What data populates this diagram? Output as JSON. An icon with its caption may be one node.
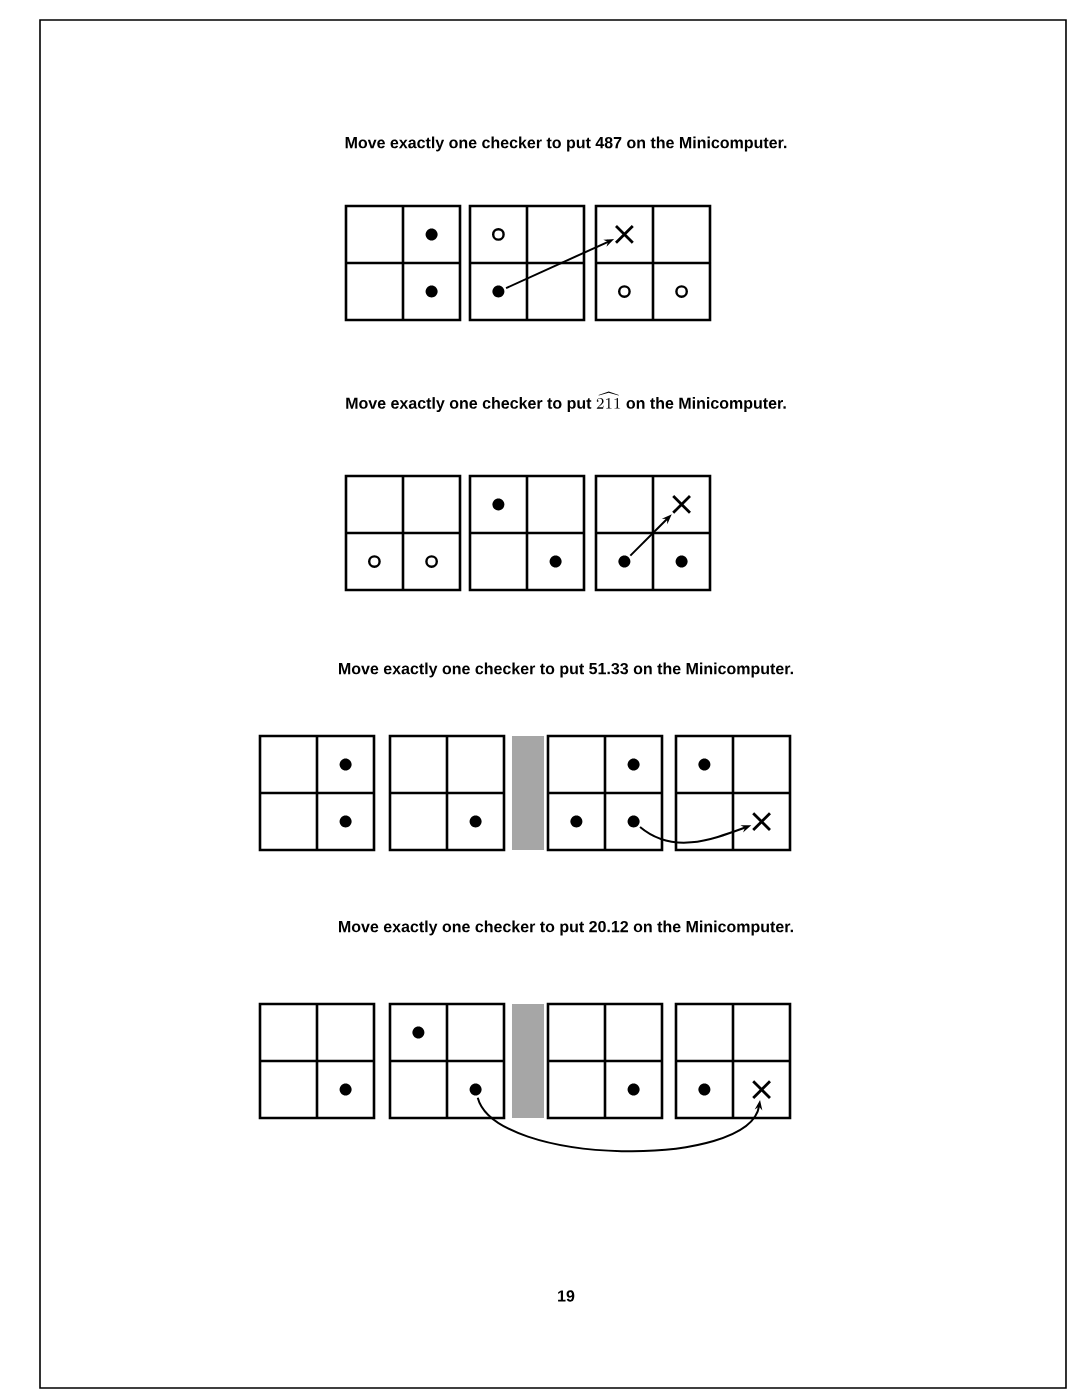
{
  "diagram": {
    "nodes": [
      {
        "text": [],
        "shape": "circle"
      },
      {
        "text": [],
        "shape": "cross"
      },
      {
        "text": [],
        "shape": "circle"
      },
      {
        "text": [],
        "shape": "cross"
      },
      {
        "text": [],
        "shape": "circle"
      },
      {
        "text": [],
        "shape": "cross"
      },
      {
        "text": [],
        "shape": "circle"
      },
      {
        "text": [],
        "shape": "cross"
      }
    ],
    "edges": [
      {
        "from": 0,
        "to": 1,
        "arrow": "to"
      },
      {
        "from": 2,
        "to": 3,
        "arrow": "to"
      },
      {
        "from": 4,
        "to": 5,
        "arrow": "to"
      },
      {
        "from": 6,
        "to": 7,
        "arrow": "to"
      }
    ],
    "labels": [
      "Move exactly one checker to put 487 on the Minicomputer.",
      "Move exactly one checker to put",
      "\\widehat{211}",
      "on the Minicomputer.",
      "Move exactly one checker to put 51.33 on the Minicomputer.",
      "Move exactly one checker to put 20.12 on the Minicomputer.",
      "19"
    ]
  }
}
